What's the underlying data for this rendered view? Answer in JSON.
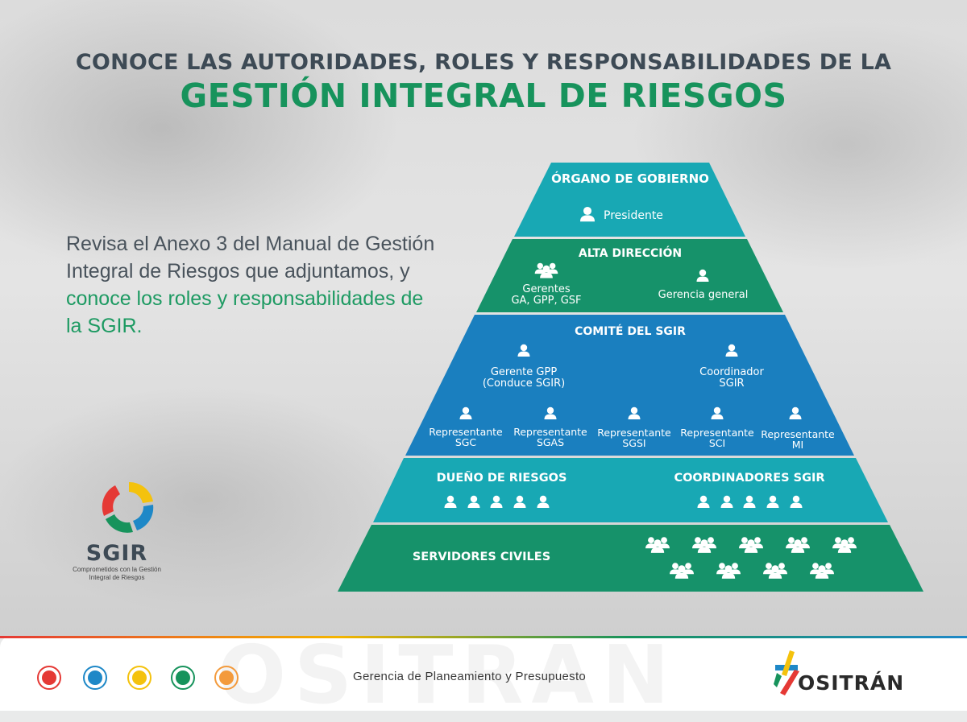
{
  "header": {
    "line1": "CONOCE LAS AUTORIDADES, ROLES Y RESPONSABILIDADES DE LA",
    "line2": "GESTIÓN INTEGRAL DE RIESGOS"
  },
  "intro": {
    "text_a": "Revisa el Anexo 3 del Manual de Gestión Integral de Riesgos que adjuntamos, y ",
    "text_b": "conoce los roles y responsabilidades de la SGIR."
  },
  "logo": {
    "name": "SGIR",
    "tagline": "Comprometidos con la Gestión Integral de Riesgos"
  },
  "pyramid": {
    "organo": {
      "title": "ÓRGANO DE GOBIERNO",
      "role": "Presidente"
    },
    "alta": {
      "title": "ALTA DIRECCIÓN",
      "gerentes_1": "Gerentes",
      "gerentes_2": "GA, GPP, GSF",
      "general": "Gerencia general"
    },
    "comite": {
      "title": "COMITÉ DEL SGIR",
      "gpp_1": "Gerente GPP",
      "gpp_2": "(Conduce SGIR)",
      "coord_1": "Coordinador",
      "coord_2": "SGIR",
      "rep_label": "Representante",
      "reps": [
        "SGC",
        "SGAS",
        "SGSI",
        "SCI",
        "MI"
      ]
    },
    "duenos": {
      "title": "DUEÑO DE RIESGOS",
      "count": 5
    },
    "coordinadores": {
      "title": "COORDINADORES SGIR",
      "count": 5
    },
    "servidores": {
      "title": "SERVIDORES CIVILES",
      "count": 9
    }
  },
  "colors": {
    "teal": "#18a8b4",
    "green": "#16926a",
    "blue": "#1a7fbf",
    "title_green": "#17935c",
    "title_dark": "#3d4a55"
  },
  "footer": {
    "department": "Gerencia de Planeamiento y Presupuesto",
    "brand": "OSITRÁN",
    "watermark": "OSITRAN",
    "icons": [
      "train-icon",
      "airplane-icon",
      "metro-icon",
      "ship-icon",
      "road-icon"
    ]
  }
}
